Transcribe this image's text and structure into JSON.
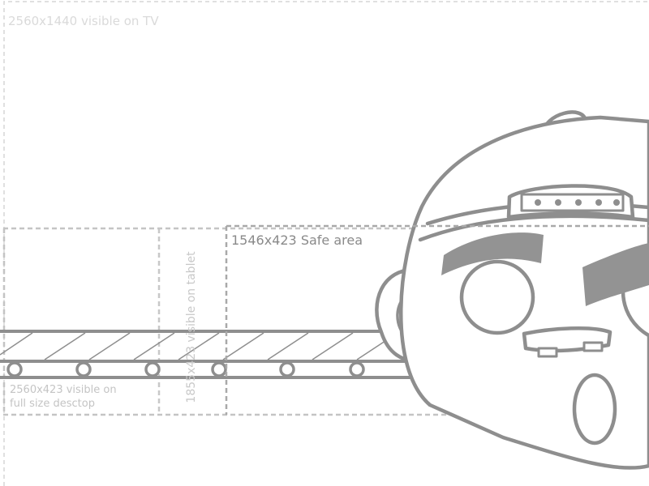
{
  "labels": {
    "tv": "2560x1440 visible on TV",
    "safe": "1546x423 Safe area",
    "tablet": "1855x423 visible on tablet",
    "desktop_line1": "2560x423 visible on",
    "desktop_line2": "full size desctop"
  },
  "colors": {
    "stroke": "#8e8e8e",
    "brow": "#939393",
    "guide_light": "#d6d6d6",
    "guide_mid": "#c4c4c4",
    "guide_dark": "#a9a9a9"
  },
  "icons": {
    "character": "robot-face-icon",
    "belt": "conveyor-belt-icon"
  }
}
